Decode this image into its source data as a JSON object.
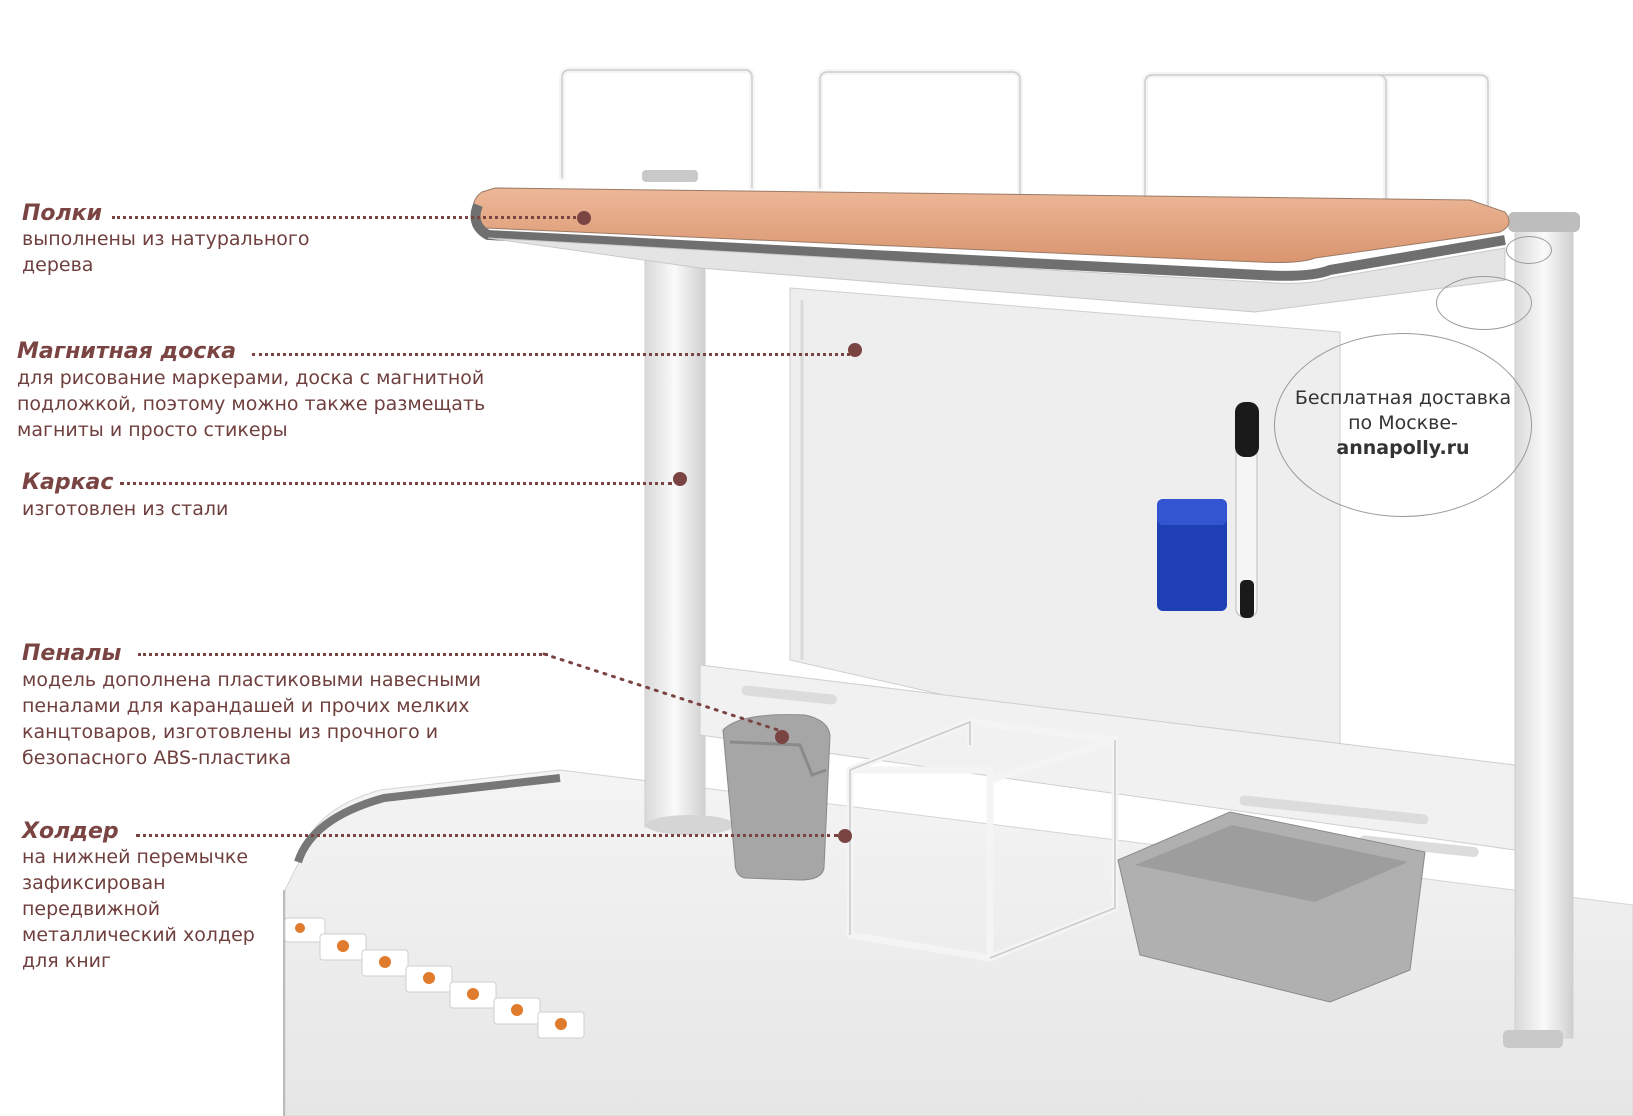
{
  "annotations": {
    "shelves": {
      "title": "Полки",
      "text": "выполнены из натурального\nдерева"
    },
    "board": {
      "title": "Магнитная доска",
      "text": "для рисование маркерами, доска с магнитной\nподложкой, поэтому можно также размещать\nмагниты и просто стикеры"
    },
    "frame": {
      "title": "Каркас",
      "text": "изготовлен из стали"
    },
    "pencils": {
      "title": "Пеналы",
      "text": "модель дополнена пластиковыми навесными\nпеналами для карандашей и прочих мелких\nканцтоваров, изготовлены из прочного и\nбезопасного ABS-пластика"
    },
    "holder": {
      "title": "Холдер",
      "text": "на нижней перемычке\nзафиксирован\n передвижной\nметаллический холдер\nдля книг"
    }
  },
  "promo": {
    "line1": "Бесплатная доставка",
    "line2": "по Москве-",
    "site": "annapolly.ru"
  },
  "colors": {
    "accent": "#7a4443",
    "shelf_wood": "#e2a37f",
    "board_white": "#eeeeee",
    "frame_white": "#f2f2f2",
    "eraser_blue": "#1f3fb5",
    "plastic_grey": "#a9a9a9"
  }
}
